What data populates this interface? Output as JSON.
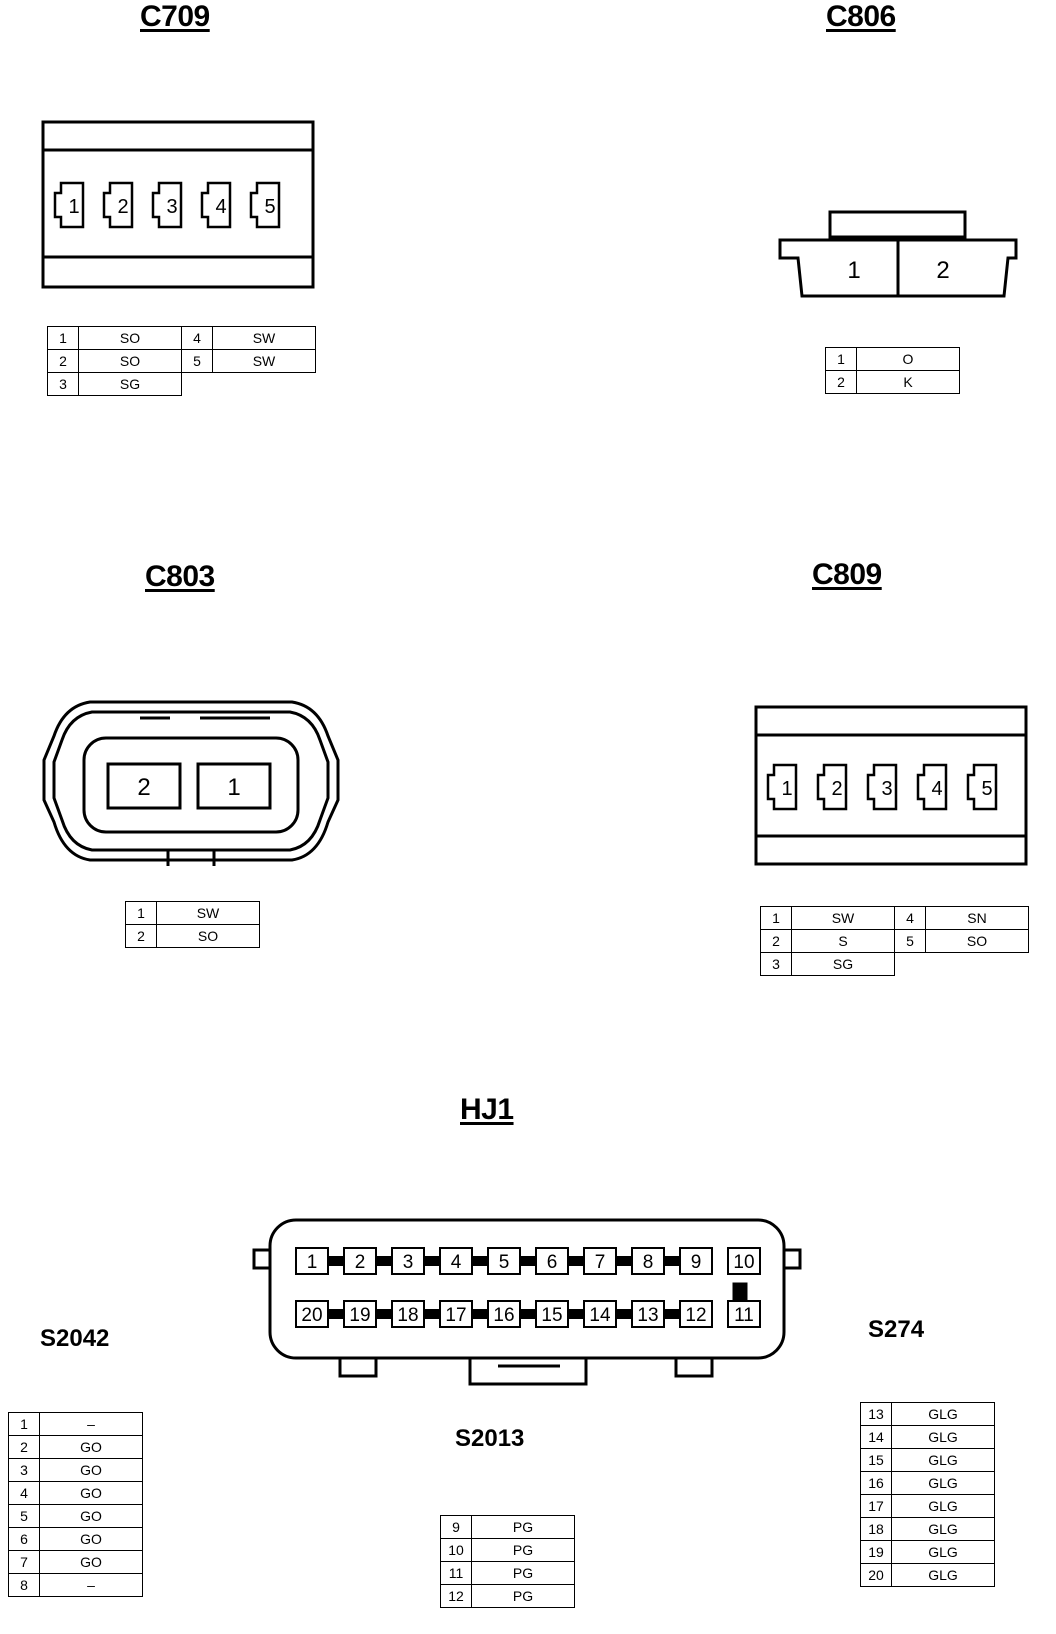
{
  "connectors": {
    "c709": {
      "title": "C709",
      "pins": [
        "1",
        "2",
        "3",
        "4",
        "5"
      ],
      "rows": [
        {
          "n1": "1",
          "w1": "SO",
          "n2": "4",
          "w2": "SW"
        },
        {
          "n1": "2",
          "w1": "SO",
          "n2": "5",
          "w2": "SW"
        },
        {
          "n1": "3",
          "w1": "SG"
        }
      ]
    },
    "c806": {
      "title": "C806",
      "pins": [
        "1",
        "2"
      ],
      "rows": [
        {
          "n1": "1",
          "w1": "O"
        },
        {
          "n1": "2",
          "w1": "K"
        }
      ]
    },
    "c803": {
      "title": "C803",
      "pins": [
        "2",
        "1"
      ],
      "rows": [
        {
          "n1": "1",
          "w1": "SW"
        },
        {
          "n1": "2",
          "w1": "SO"
        }
      ]
    },
    "c809": {
      "title": "C809",
      "pins": [
        "1",
        "2",
        "3",
        "4",
        "5"
      ],
      "rows": [
        {
          "n1": "1",
          "w1": "SW",
          "n2": "4",
          "w2": "SN"
        },
        {
          "n1": "2",
          "w1": "S",
          "n2": "5",
          "w2": "SO"
        },
        {
          "n1": "3",
          "w1": "SG"
        }
      ]
    },
    "hj1": {
      "title": "HJ1",
      "top_pins": [
        "1",
        "2",
        "3",
        "4",
        "5",
        "6",
        "7",
        "8",
        "9",
        "10"
      ],
      "bottom_pins": [
        "20",
        "19",
        "18",
        "17",
        "16",
        "15",
        "14",
        "13",
        "12",
        "11"
      ]
    }
  },
  "splices": {
    "s2042": {
      "title": "S2042",
      "rows": [
        {
          "n": "1",
          "w": "–"
        },
        {
          "n": "2",
          "w": "GO"
        },
        {
          "n": "3",
          "w": "GO"
        },
        {
          "n": "4",
          "w": "GO"
        },
        {
          "n": "5",
          "w": "GO"
        },
        {
          "n": "6",
          "w": "GO"
        },
        {
          "n": "7",
          "w": "GO"
        },
        {
          "n": "8",
          "w": "–"
        }
      ]
    },
    "s2013": {
      "title": "S2013",
      "rows": [
        {
          "n": "9",
          "w": "PG"
        },
        {
          "n": "10",
          "w": "PG"
        },
        {
          "n": "11",
          "w": "PG"
        },
        {
          "n": "12",
          "w": "PG"
        }
      ]
    },
    "s274": {
      "title": "S274",
      "rows": [
        {
          "n": "13",
          "w": "GLG"
        },
        {
          "n": "14",
          "w": "GLG"
        },
        {
          "n": "15",
          "w": "GLG"
        },
        {
          "n": "16",
          "w": "GLG"
        },
        {
          "n": "17",
          "w": "GLG"
        },
        {
          "n": "18",
          "w": "GLG"
        },
        {
          "n": "19",
          "w": "GLG"
        },
        {
          "n": "20",
          "w": "GLG"
        }
      ]
    }
  }
}
